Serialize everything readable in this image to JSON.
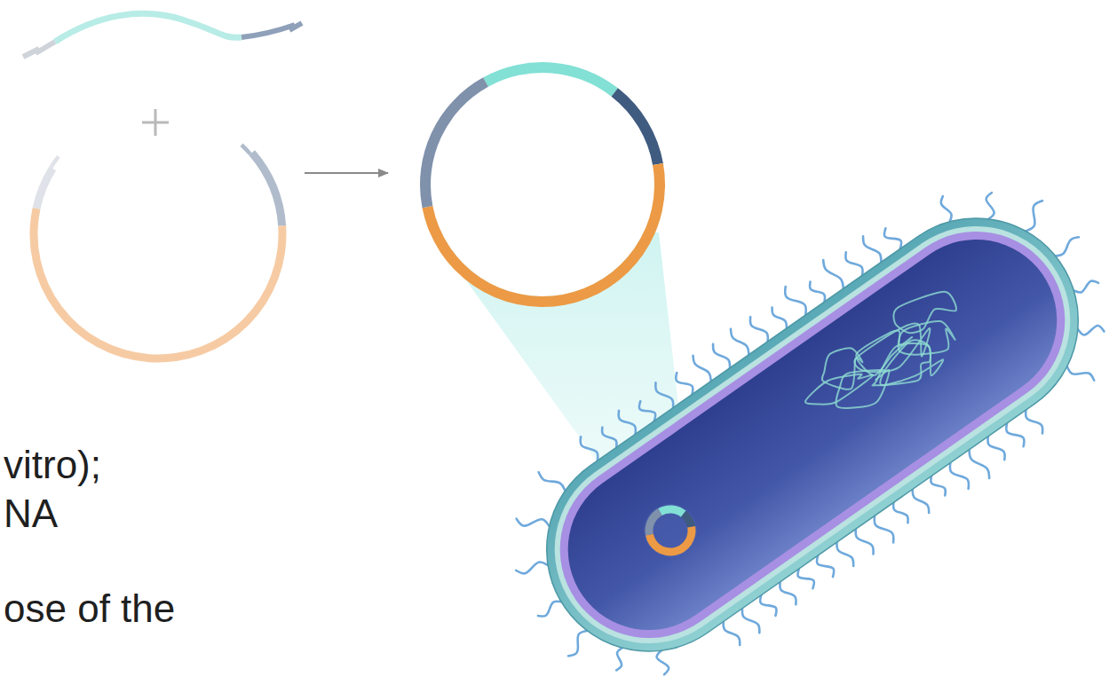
{
  "diagram": {
    "labels": [
      "vitro);",
      "NA",
      "ose of the"
    ]
  }
}
